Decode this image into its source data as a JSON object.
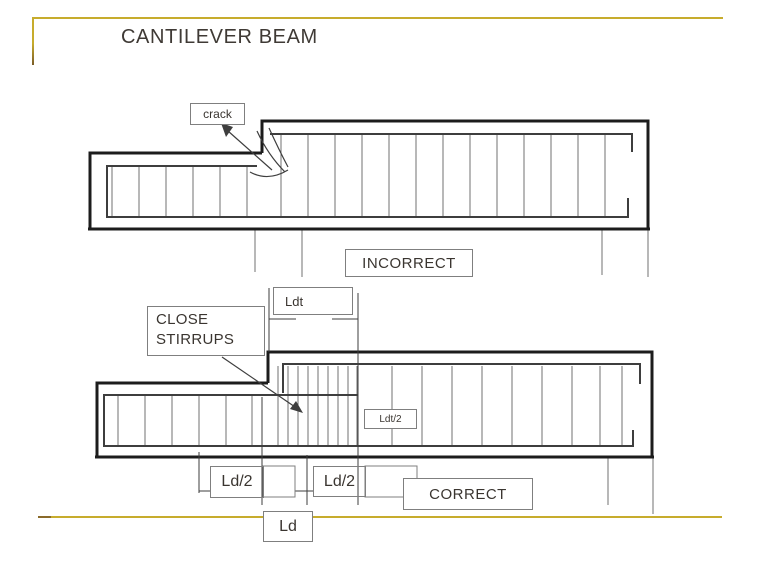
{
  "slide": {
    "title": "CANTILEVER BEAM"
  },
  "labels": {
    "crack": "crack",
    "incorrect": "INCORRECT",
    "ldt": "Ldt",
    "close_stirrups": "CLOSE STIRRUPS",
    "ldt_half": "Ldt/2",
    "ld_half_left": "Ld/2",
    "ld_half_right": "Ld/2",
    "correct": "CORRECT",
    "ld": "Ld"
  },
  "colors": {
    "accent_gold": "#c7ac2d",
    "accent_gold_dark_tip": "#7a5c28",
    "beam_outline": "#1c1c1c",
    "rebar_line": "#3e3e3e",
    "stirrup_line": "#707070",
    "label_border": "#7f7f7f",
    "text": "#3a3530"
  }
}
